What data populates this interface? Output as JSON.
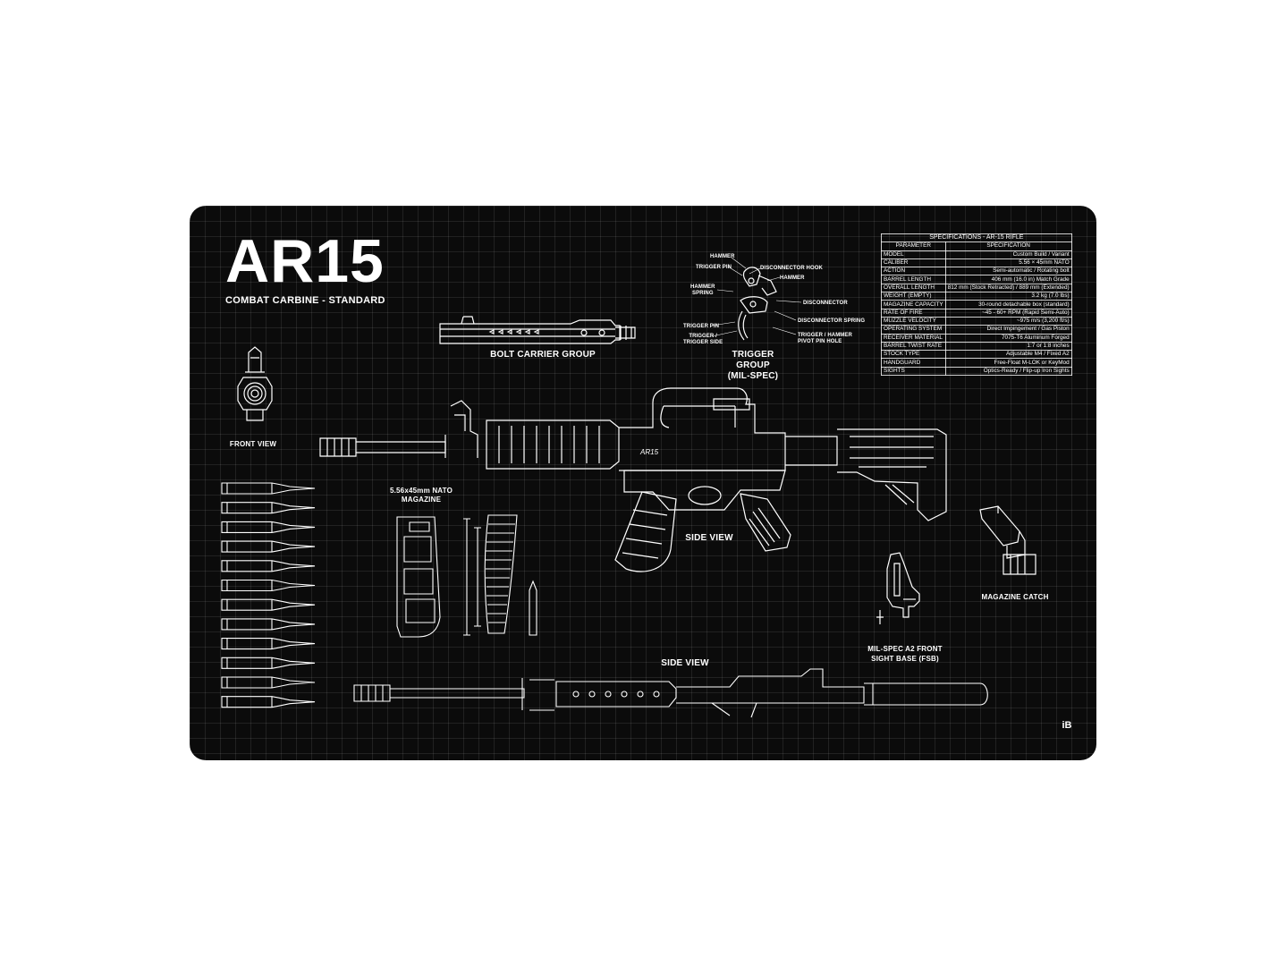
{
  "header": {
    "title": "AR15",
    "subtitle": "COMBAT CARBINE - STANDARD"
  },
  "labels": {
    "bolt_carrier_group": "BOLT CARRIER GROUP",
    "trigger_group_line1": "TRIGGER GROUP",
    "trigger_group_line2": "(MIL-SPEC)",
    "front_view": "FRONT VIEW",
    "magazine_line1": "5.56x45mm NATO",
    "magazine_line2": "MAGAZINE",
    "side_view_upper": "SIDE VIEW",
    "side_view_lower": "SIDE VIEW",
    "magazine_catch": "MAGAZINE CATCH",
    "fsb_line1": "MIL-SPEC A2 FRONT",
    "fsb_line2": "SIGHT BASE (FSB)",
    "rifle_marking": "AR15"
  },
  "trigger_callouts": {
    "hammer_top": "HAMMER",
    "trigger_pin_top": "TRIGGER PIN",
    "disconnector_hook": "DISCONNECTOR HOOK",
    "hammer_right": "HAMMER",
    "hammer_spring_1": "HAMMER",
    "hammer_spring_2": "SPRING",
    "disconnector": "DISCONNECTOR",
    "disconnector_spring": "DISCONNECTOR SPRING",
    "trigger_pin_left": "TRIGGER PIN",
    "trigger_slide_1": "TRIGGER /",
    "trigger_slide_2": "TRIGGER SIDE",
    "pivot_1": "TRIGGER / HAMMER",
    "pivot_2": "PIVOT PIN HOLE"
  },
  "specs": {
    "caption": "SPECIFICATIONS - AR-15 RIFLE",
    "headers": [
      "PARAMETER",
      "SPECIFICATION"
    ],
    "rows": [
      [
        "MODEL",
        "Custom Build / Variant"
      ],
      [
        "CALIBER",
        "5.56 × 45mm NATO"
      ],
      [
        "ACTION",
        "Semi-automatic / Rotating bolt"
      ],
      [
        "BARREL LENGTH",
        "406 mm (16.0 in) Match Grade"
      ],
      [
        "OVERALL LENGTH",
        "812 mm (Stock Retracted) / 889 mm (Extended)"
      ],
      [
        "WEIGHT (EMPTY)",
        "3.2 kg (7.0 lbs)"
      ],
      [
        "MAGAZINE CAPACITY",
        "30-round detachable box (standard)"
      ],
      [
        "RATE OF FIRE",
        "~45 - 60+ RPM (Rapid Semi-Auto)"
      ],
      [
        "MUZZLE VELOCITY",
        "~975 m/s (3,200 ft/s)"
      ],
      [
        "OPERATING SYSTEM",
        "Direct Impingement / Gas Piston"
      ],
      [
        "RECEIVER MATERIAL",
        "7075-T6 Aluminum Forged"
      ],
      [
        "BARREL TWIST RATE",
        "1:7 or 1:8 inches"
      ],
      [
        "STOCK TYPE",
        "Adjustable M4 / Fixed A2"
      ],
      [
        "HANDGUARD",
        "Free-Float M-LOK or KeyMod"
      ],
      [
        "SIGHTS",
        "Optics-Ready / Flip-up Iron Sights"
      ]
    ]
  },
  "cartridges": {
    "count": 12
  },
  "brand_logo": "iB",
  "colors": {
    "mat": "#0b0b0b",
    "line": "#ffffff",
    "page": "#ffffff"
  }
}
